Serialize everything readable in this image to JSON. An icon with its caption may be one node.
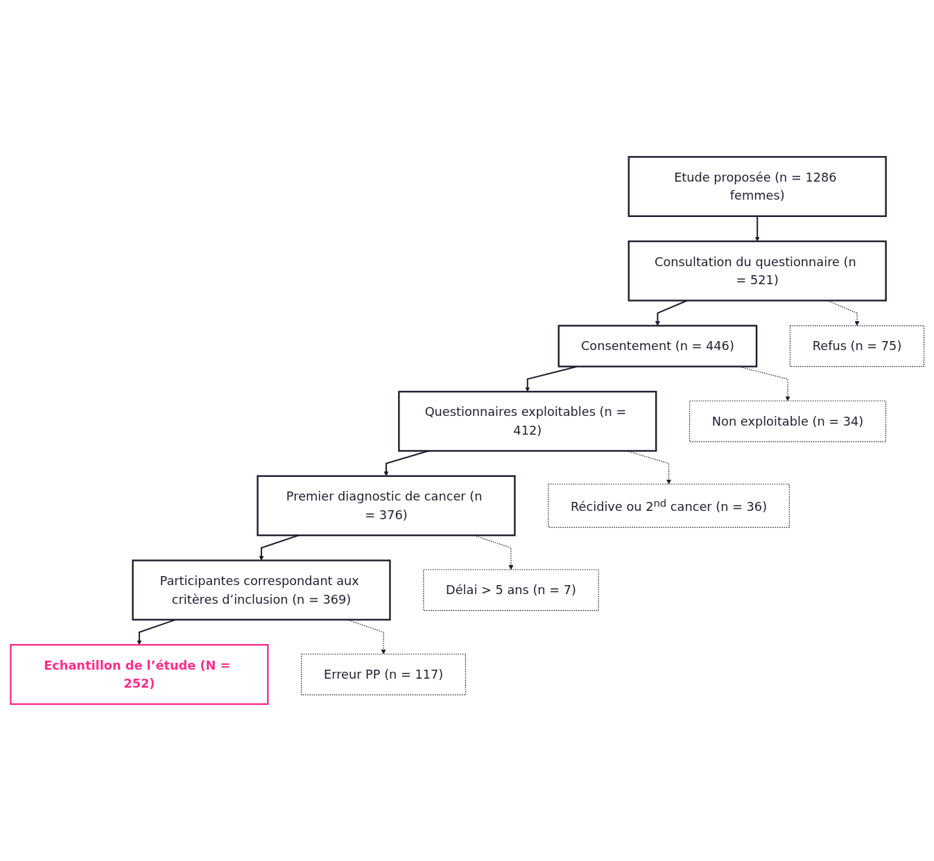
{
  "diagram": {
    "nodes": [
      {
        "text": [
          "Etude proposée (n = 1286 femmes)"
        ]
      },
      {
        "text": [
          "Consultation du questionnaire (n = 521)"
        ]
      },
      {
        "text": [
          "Consentement (n = 446)"
        ]
      },
      {
        "text": [
          "Questionnaires exploitables (n = 412)"
        ]
      },
      {
        "text": [
          "Premier diagnostic de cancer (n = 376)"
        ]
      },
      {
        "text": [
          "Participantes correspondant aux critères d’inclusion (n = 369)"
        ]
      },
      {
        "text": [
          "Echantillon de l’étude (N = 252)"
        ]
      },
      {
        "text": [
          "Refus (n = 75)"
        ]
      },
      {
        "text": [
          "Non exploitable (n = 34)"
        ]
      },
      {
        "text": [
          "Récidive ou 2$^{nd}$ cancer (n = 36)"
        ]
      },
      {
        "text": [
          "Délai > 5 ans (n = 7)"
        ]
      },
      {
        "text": [
          "Erreur PP (n = 117)"
        ]
      }
    ],
    "edges": [
      {
        "from": 0,
        "to": 1,
        "arrow": "to"
      },
      {
        "from": 1,
        "to": 2,
        "arrow": "to"
      },
      {
        "from": 1,
        "to": 7,
        "arrow": "to",
        "style": "dashed"
      },
      {
        "from": 2,
        "to": 3,
        "arrow": "to"
      },
      {
        "from": 2,
        "to": 8,
        "arrow": "to",
        "style": "dashed"
      },
      {
        "from": 3,
        "to": 4,
        "arrow": "to"
      },
      {
        "from": 3,
        "to": 9,
        "arrow": "to",
        "style": "dashed"
      },
      {
        "from": 4,
        "to": 5,
        "arrow": "to"
      },
      {
        "from": 4,
        "to": 10,
        "arrow": "to",
        "style": "dashed"
      },
      {
        "from": 5,
        "to": 6,
        "arrow": "to"
      },
      {
        "from": 5,
        "to": 11,
        "arrow": "to",
        "style": "dashed"
      }
    ]
  }
}
